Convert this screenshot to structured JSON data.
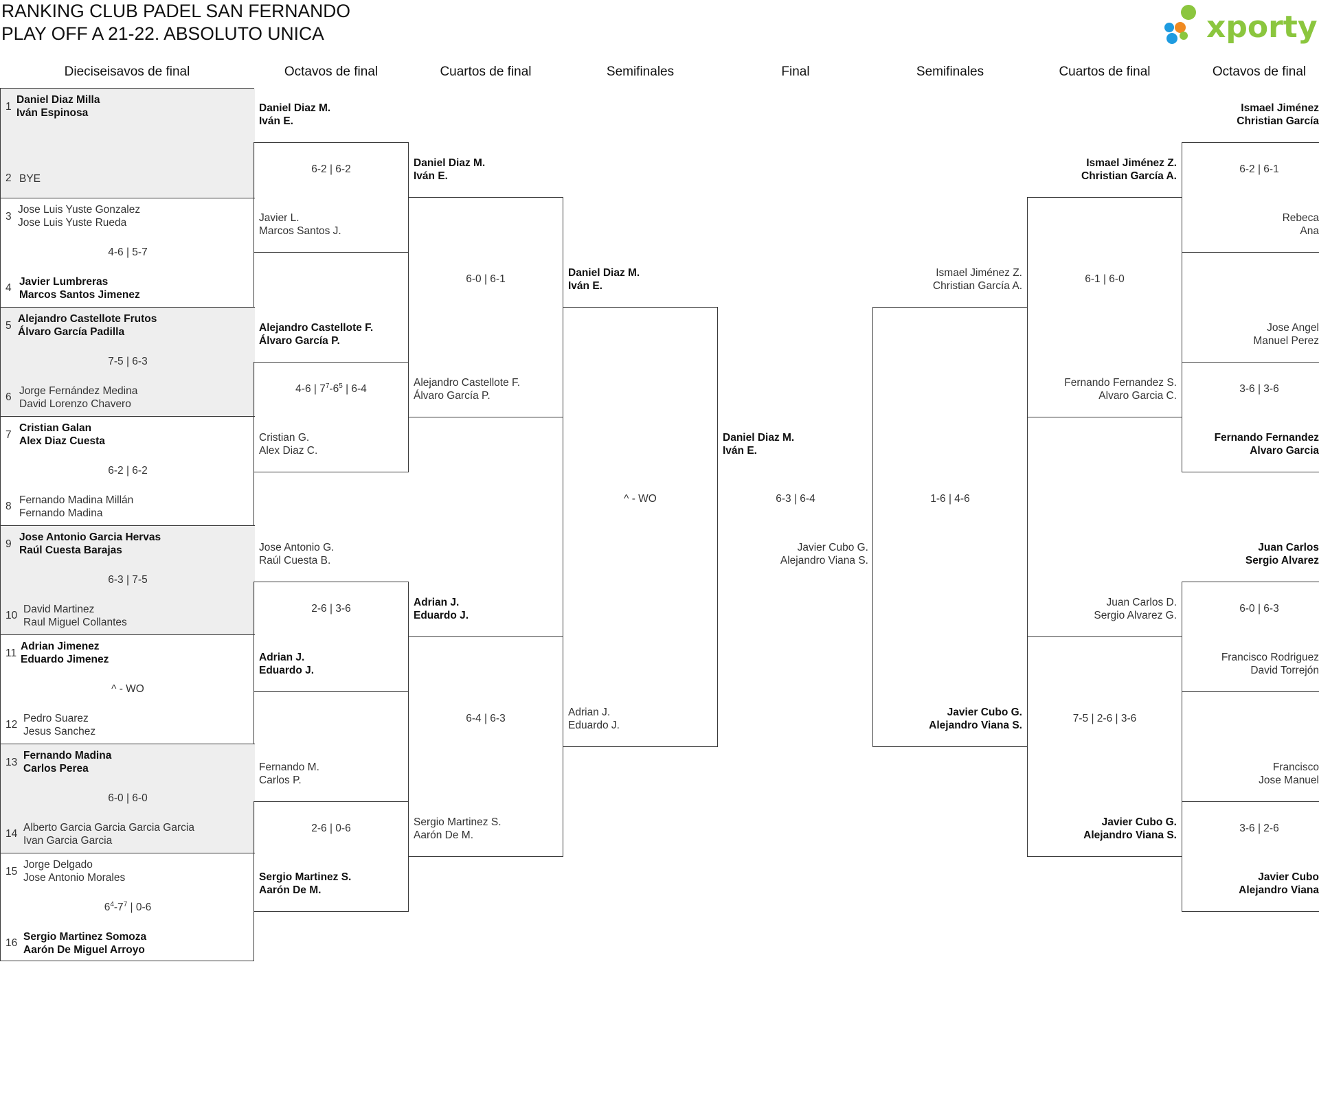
{
  "header": {
    "title_line1": "RANKING CLUB PADEL SAN FERNANDO",
    "title_line2": "PLAY OFF A 21-22. ABSOLUTO UNICA",
    "logo_text": "xporty",
    "logo_colors": [
      "#1e9be0",
      "#8bc63e",
      "#f08a22"
    ]
  },
  "rounds": {
    "r32": "Dieciseisavos de final",
    "r16": "Octavos de final",
    "qf": "Cuartos de final",
    "sf": "Semifinales",
    "final": "Final",
    "sf_r": "Semifinales",
    "qf_r": "Cuartos de final",
    "r16_r": "Octavos de final"
  },
  "r32": [
    {
      "s1": "1",
      "a1": "Daniel Diaz Milla",
      "a2": "Iván Espinosa",
      "score": "",
      "s2": "2",
      "b1": "BYE",
      "b2": ""
    },
    {
      "s1": "3",
      "a1": "Jose Luis Yuste Gonzalez",
      "a2": "Jose Luis Yuste Rueda",
      "score": "4-6 | 5-7",
      "s2": "4",
      "b1": "Javier Lumbreras",
      "b2": "Marcos Santos Jimenez"
    },
    {
      "s1": "5",
      "a1": "Alejandro Castellote Frutos",
      "a2": "Álvaro García Padilla",
      "score": "7-5 | 6-3",
      "s2": "6",
      "b1": "Jorge Fernández Medina",
      "b2": "David Lorenzo Chavero"
    },
    {
      "s1": "7",
      "a1": "Cristian Galan",
      "a2": "Alex Diaz Cuesta",
      "score": "6-2 | 6-2",
      "s2": "8",
      "b1": "Fernando Madina Millán",
      "b2": "Fernando Madina"
    },
    {
      "s1": "9",
      "a1": "Jose Antonio Garcia Hervas",
      "a2": "Raúl Cuesta Barajas",
      "score": "6-3 | 7-5",
      "s2": "10",
      "b1": "David Martinez",
      "b2": "Raul Miguel Collantes"
    },
    {
      "s1": "11",
      "a1": "Adrian Jimenez",
      "a2": "Eduardo Jimenez",
      "score": "^ - WO",
      "s2": "12",
      "b1": "Pedro Suarez",
      "b2": "Jesus Sanchez"
    },
    {
      "s1": "13",
      "a1": "Fernando Madina",
      "a2": "Carlos Perea",
      "score": "6-0 | 6-0",
      "s2": "14",
      "b1": "Alberto Garcia Garcia Garcia Garcia",
      "b2": "Ivan Garcia Garcia"
    },
    {
      "s1": "15",
      "a1": "Jorge Delgado",
      "a2": "Jose Antonio Morales",
      "score": "",
      "s2": "16",
      "b1": "Sergio Martinez Somoza",
      "b2": "Aarón De Miguel Arroyo"
    }
  ],
  "score_parts": {
    "r32_8": {
      "a": "6",
      "b": "4",
      "c": "-7",
      "d": "7",
      "e": " | 0-6"
    },
    "r16_2": {
      "a": "4-6 | 7",
      "b": "7",
      "c": "-6",
      "d": "5",
      "e": " | 6-4"
    }
  },
  "r16": [
    {
      "a1": "Daniel Diaz M.",
      "a2": "Iván E.",
      "score": "6-2 | 6-2",
      "b1": "Javier L.",
      "b2": "Marcos Santos J."
    },
    {
      "a1": "Alejandro Castellote F.",
      "a2": "Álvaro García P.",
      "score": "",
      "b1": "Cristian G.",
      "b2": "Alex Diaz C."
    },
    {
      "a1": "Jose Antonio G.",
      "a2": "Raúl Cuesta B.",
      "score": "2-6 | 3-6",
      "b1": "Adrian J.",
      "b2": "Eduardo J."
    },
    {
      "a1": "Fernando M.",
      "a2": "Carlos P.",
      "score": "2-6 | 0-6",
      "b1": "Sergio Martinez S.",
      "b2": "Aarón De M."
    }
  ],
  "qf": [
    {
      "a1": "Daniel Diaz M.",
      "a2": "Iván E.",
      "score": "6-0 | 6-1",
      "b1": "Alejandro Castellote F.",
      "b2": "Álvaro García P."
    },
    {
      "a1": "Adrian J.",
      "a2": "Eduardo J.",
      "score": "6-4 | 6-3",
      "b1": "Sergio Martinez S.",
      "b2": "Aarón De M."
    }
  ],
  "sf": [
    {
      "a1": "Daniel Diaz M.",
      "a2": "Iván E.",
      "score": "^ - WO",
      "b1": "Adrian J.",
      "b2": "Eduardo J."
    }
  ],
  "final": {
    "a1": "Daniel Diaz M.",
    "a2": "Iván E.",
    "score": "6-3 | 6-4",
    "b1": "Javier Cubo G.",
    "b2": "Alejandro Viana S."
  },
  "sf_r": [
    {
      "a1": "Ismael Jiménez Z.",
      "a2": "Christian García A.",
      "score": "1-6 | 4-6",
      "b1": "Javier Cubo G.",
      "b2": "Alejandro Viana S."
    }
  ],
  "qf_r": [
    {
      "a1": "Ismael Jiménez Z.",
      "a2": "Christian García A.",
      "score": "6-1 | 6-0",
      "b1": "Fernando Fernandez S.",
      "b2": "Alvaro Garcia C."
    },
    {
      "a1": "Juan Carlos D.",
      "a2": "Sergio Alvarez G.",
      "score": "7-5 | 2-6 | 3-6",
      "b1": "Javier Cubo G.",
      "b2": "Alejandro Viana S."
    }
  ],
  "r16_r": [
    {
      "a1": "Ismael Jiménez",
      "a2": "Christian García",
      "score": "6-2 | 6-1",
      "b1": "Rebeca",
      "b2": "Ana"
    },
    {
      "a1": "Jose Angel",
      "a2": "Manuel Perez",
      "score": "3-6 | 3-6",
      "b1": "Fernando Fernandez",
      "b2": "Alvaro Garcia"
    },
    {
      "a1": "Juan Carlos",
      "a2": "Sergio Alvarez",
      "score": "6-0 | 6-3",
      "b1": "Francisco Rodriguez",
      "b2": "David Torrejón"
    },
    {
      "a1": "Francisco",
      "a2": "Jose Manuel",
      "score": "3-6 | 2-6",
      "b1": "Javier Cubo",
      "b2": "Alejandro Viana"
    }
  ]
}
